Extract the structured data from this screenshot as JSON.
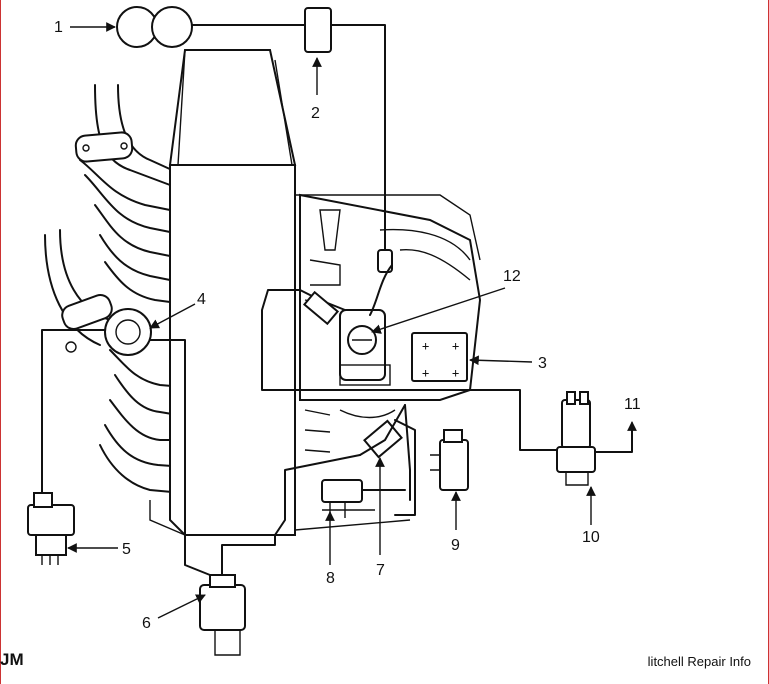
{
  "diagram": {
    "callouts": [
      "1",
      "2",
      "3",
      "4",
      "5",
      "6",
      "7",
      "8",
      "9",
      "10",
      "11",
      "12"
    ],
    "footer_left": "JM",
    "footer_right": "litchell Repair Info",
    "line_color": "#111111",
    "frame_color": "#cc3333"
  }
}
